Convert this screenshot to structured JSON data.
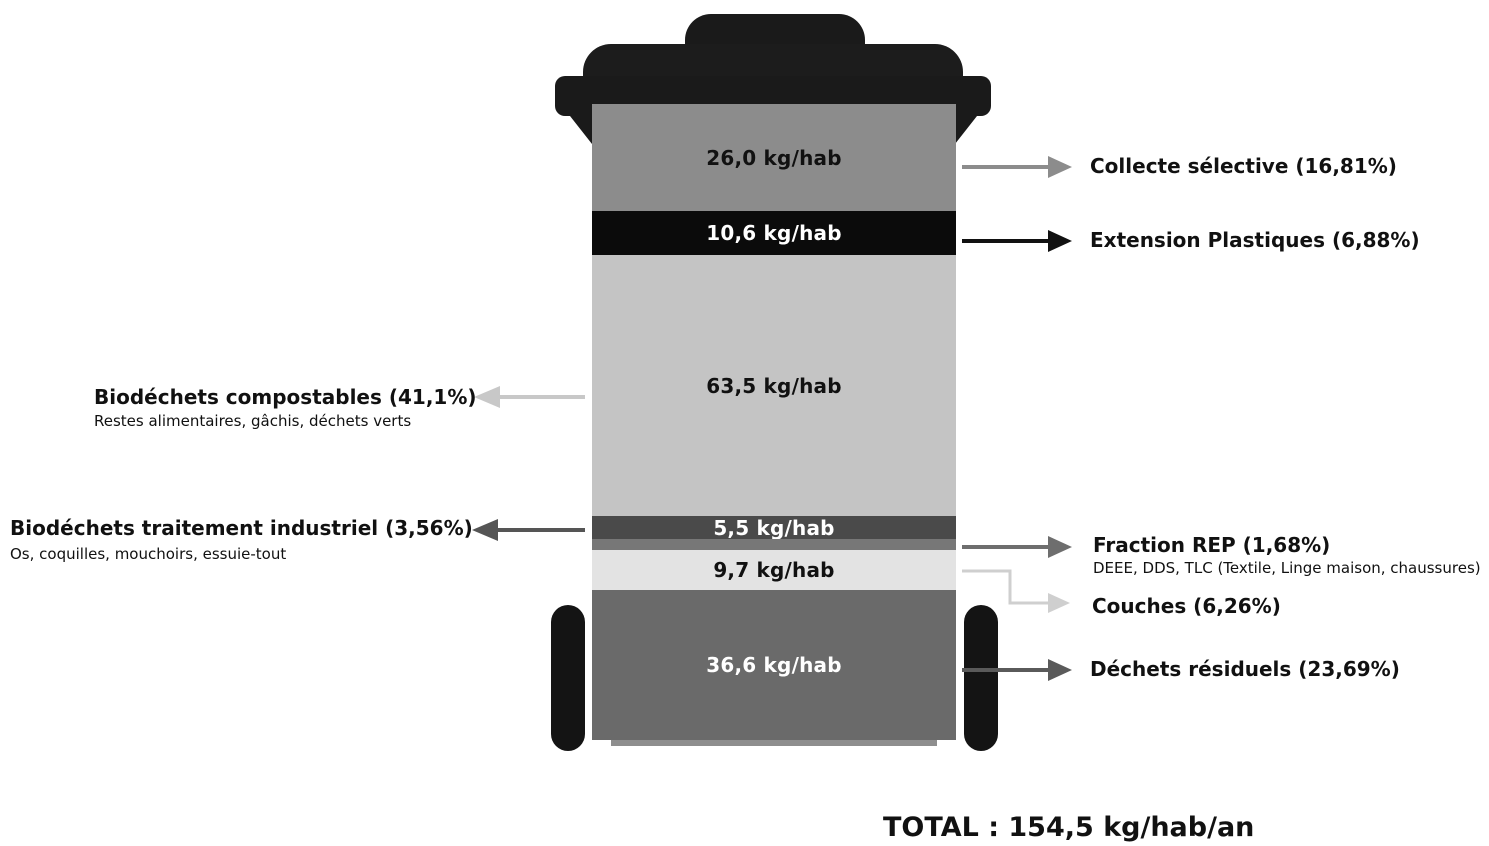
{
  "segments": [
    {
      "id": "collecte",
      "label": "26,0 kg/hab",
      "value": 26.0,
      "color": "#8c8c8c",
      "text_color": "#111111"
    },
    {
      "id": "plastiques",
      "label": "10,6 kg/hab",
      "value": 10.6,
      "color": "#0b0b0b",
      "text_color": "#ffffff"
    },
    {
      "id": "compostables",
      "label": "63,5 kg/hab",
      "value": 63.5,
      "color": "#c4c4c4",
      "text_color": "#111111"
    },
    {
      "id": "industriel",
      "label": "5,5 kg/hab",
      "value": 5.5,
      "color": "#4a4a4a",
      "text_color": "#ffffff"
    },
    {
      "id": "rep",
      "label": "",
      "value": 2.6,
      "color": "#777777",
      "text_color": "#ffffff"
    },
    {
      "id": "couches",
      "label": "9,7 kg/hab",
      "value": 9.7,
      "color": "#e3e3e3",
      "text_color": "#111111"
    },
    {
      "id": "residuels",
      "label": "36,6 kg/hab",
      "value": 36.6,
      "color": "#6a6a6a",
      "text_color": "#ffffff"
    }
  ],
  "callouts": {
    "collecte": {
      "title": "Collecte sélective (16,81%)"
    },
    "plastiques": {
      "title": "Extension Plastiques (6,88%)"
    },
    "compostables": {
      "title": "Biodéchets compostables (41,1%)",
      "subtitle": "Restes alimentaires, gâchis, déchets verts"
    },
    "industriel": {
      "title": "Biodéchets traitement industriel (3,56%)",
      "subtitle": "Os, coquilles, mouchoirs, essuie-tout"
    },
    "rep": {
      "title": "Fraction REP (1,68%)",
      "subtitle": "DEEE, DDS, TLC (Textile, Linge maison, chaussures)"
    },
    "couches": {
      "title": "Couches (6,26%)"
    },
    "residuels": {
      "title": "Déchets résiduels (23,69%)"
    }
  },
  "total": "TOTAL : 154,5 kg/hab/an",
  "colors": {
    "bin": "#1a1a1a",
    "arrow_collecte": "#8c8c8c",
    "arrow_plastiques": "#111111",
    "arrow_compostables": "#c8c8c8",
    "arrow_industriel": "#555555",
    "arrow_rep": "#6e6e6e",
    "arrow_couches": "#cfcfcf",
    "arrow_residuels": "#5a5a5a"
  }
}
